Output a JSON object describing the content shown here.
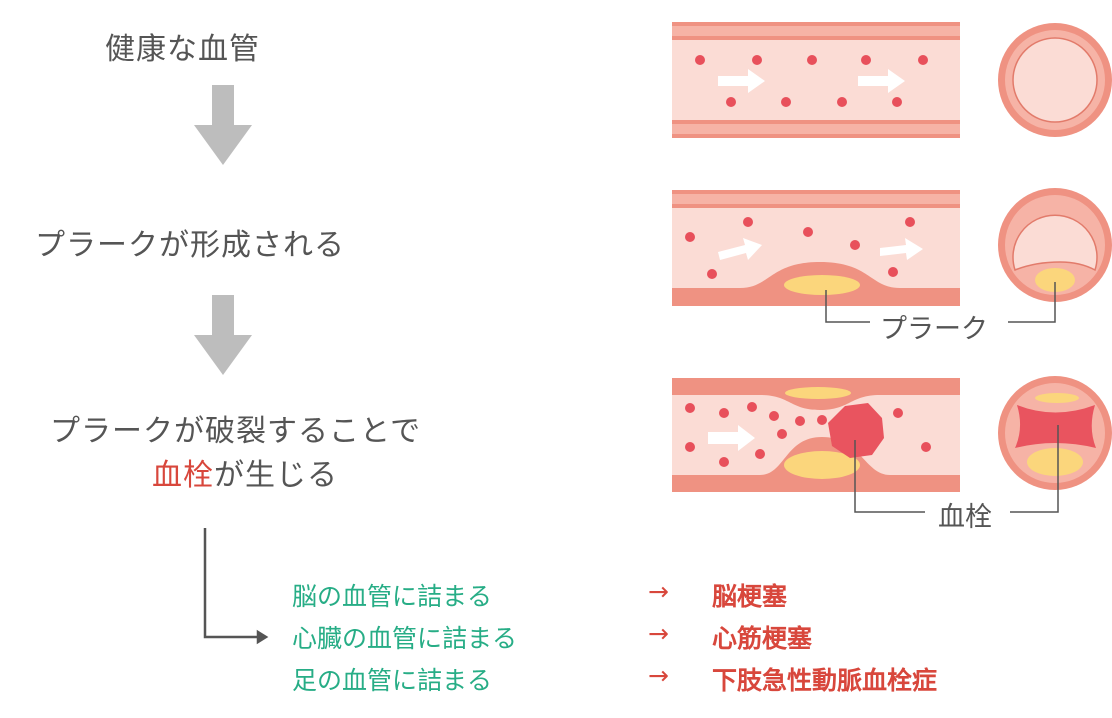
{
  "steps": {
    "healthy": "健康な血管",
    "plaque_forms": "プラークが形成される",
    "rupture_line1": "プラークが破裂することで",
    "rupture_line2_highlight": "血栓",
    "rupture_line2_rest": "が生じる"
  },
  "labels": {
    "plaque": "プラーク",
    "thrombus": "血栓"
  },
  "outcomes": [
    {
      "cause": "脳の血管に詰まる",
      "arrow": "→",
      "result": "脳梗塞"
    },
    {
      "cause": "心臓の血管に詰まる",
      "arrow": "→",
      "result": "心筋梗塞"
    },
    {
      "cause": "足の血管に詰まる",
      "arrow": "→",
      "result": "下肢急性動脈血栓症"
    }
  ],
  "colors": {
    "wall": "#ef9282",
    "lumen": "#fbdcd5",
    "cell": "#e8505b",
    "plaque": "#fbd67c",
    "clot": "#e9545f",
    "text": "#555555",
    "accent_red": "#d8473c",
    "accent_green": "#27ad86",
    "arrow_gray": "#bdbdbd"
  }
}
